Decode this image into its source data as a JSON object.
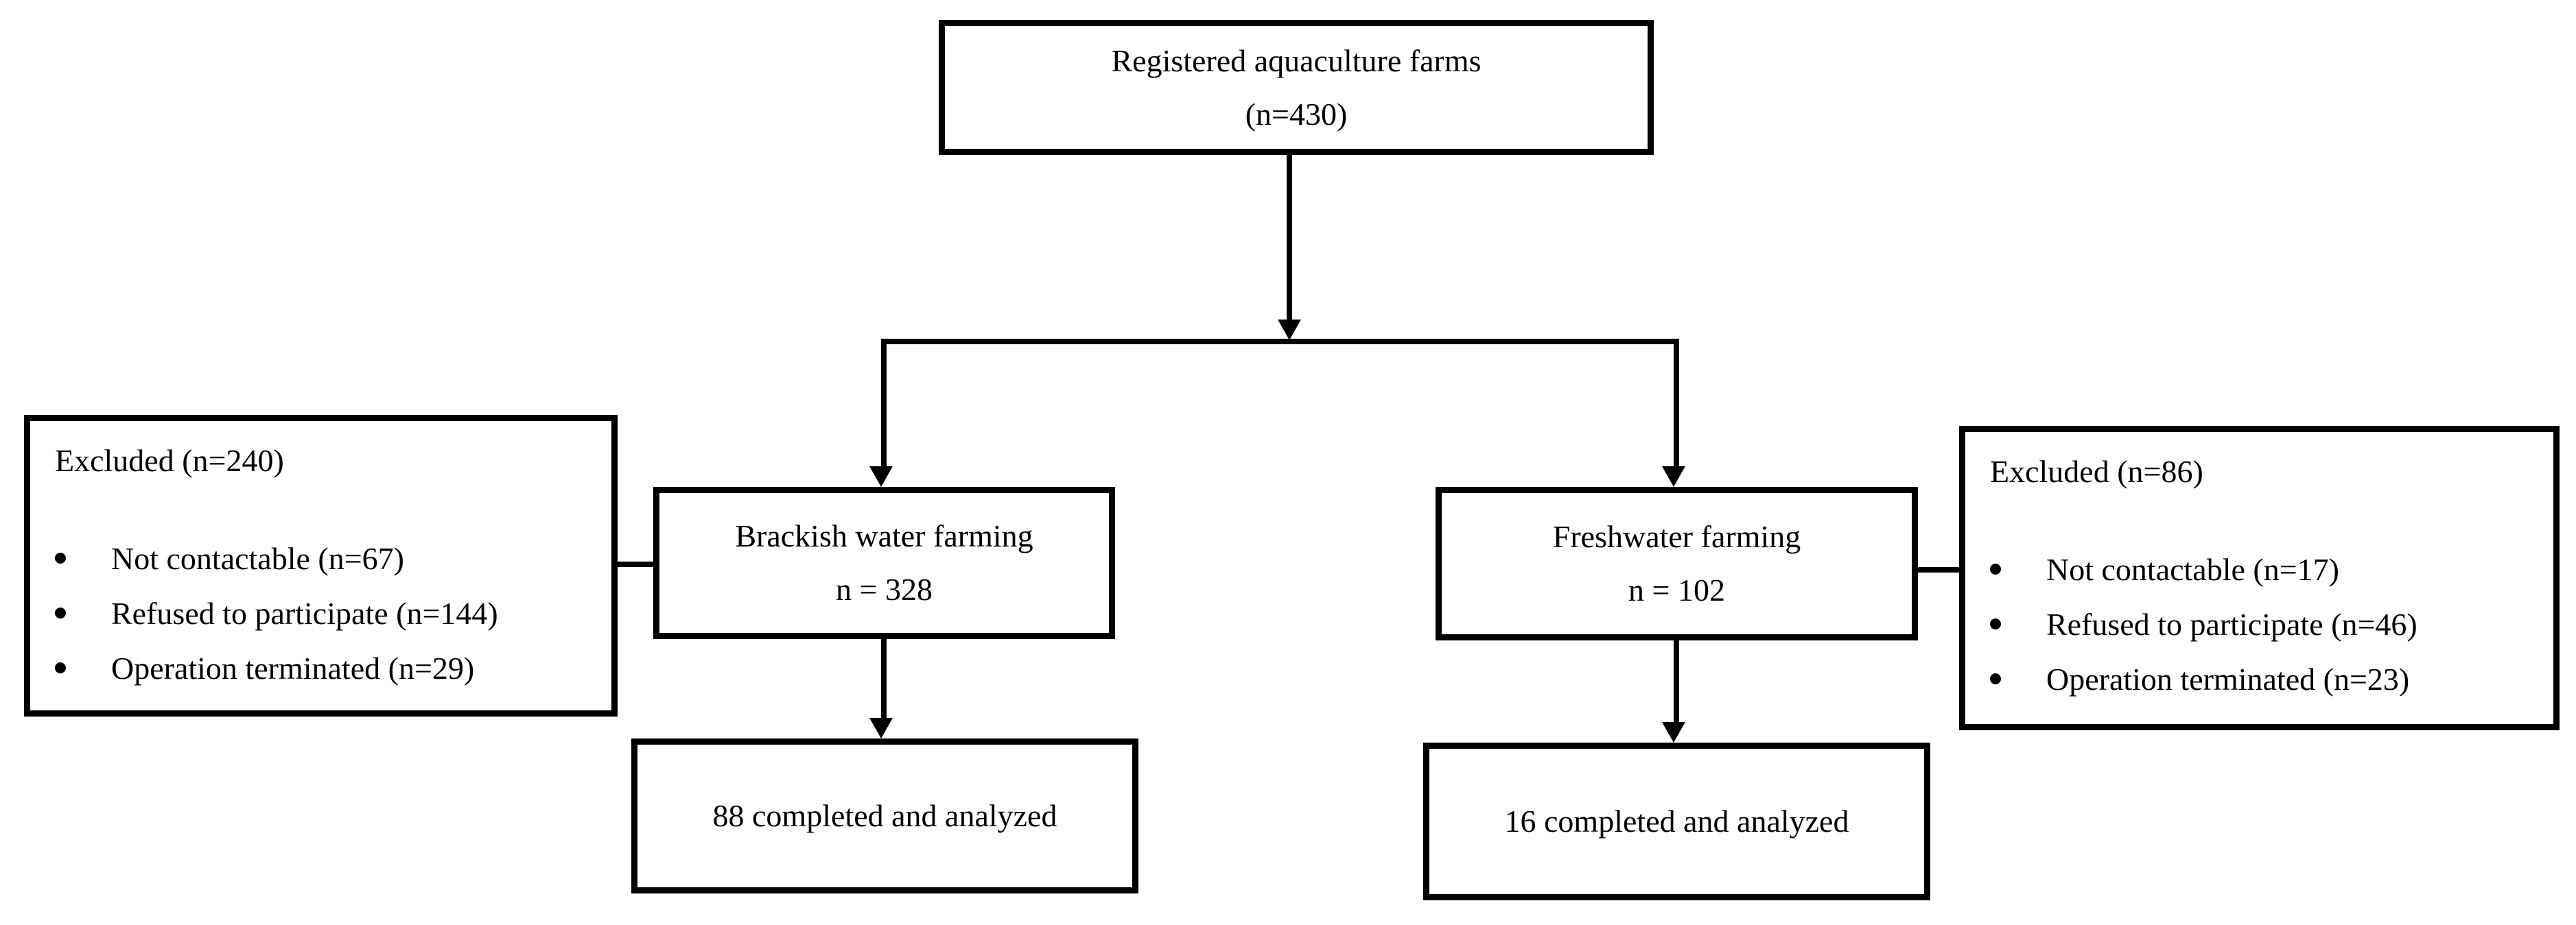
{
  "diagram": {
    "top_box": {
      "line1": "Registered aquaculture farms",
      "line2": "(n=430)"
    },
    "brackish_box": {
      "line1": "Brackish water farming",
      "line2": "n = 328"
    },
    "freshwater_box": {
      "line1": "Freshwater farming",
      "line2": "n = 102"
    },
    "excluded_left": {
      "title": "Excluded (n=240)",
      "items": [
        "Not contactable (n=67)",
        "Refused to participate (n=144)",
        "Operation terminated (n=29)"
      ]
    },
    "excluded_right": {
      "title": "Excluded (n=86)",
      "items": [
        "Not contactable (n=17)",
        "Refused to participate (n=46)",
        "Operation terminated (n=23)"
      ]
    },
    "completed_left": {
      "label": "88 completed and analyzed"
    },
    "completed_right": {
      "label": "16 completed and analyzed"
    },
    "colors": {
      "line": "#000000",
      "background": "#ffffff",
      "box_fill": "#ffffff"
    }
  }
}
